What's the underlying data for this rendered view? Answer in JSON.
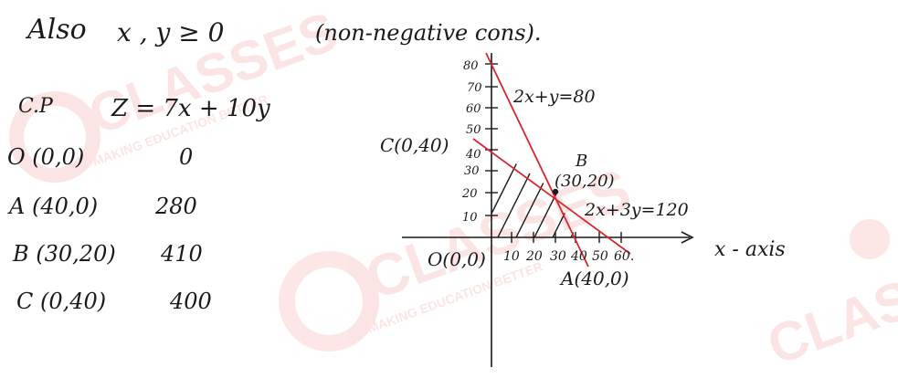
{
  "header": {
    "also": "Also",
    "condition": "x , y ≥ 0",
    "note": "(non-negative cons)."
  },
  "table": {
    "col_corner": "C.P",
    "col_z": "Z = 7x + 10y",
    "rows": [
      {
        "point": "O (0,0)",
        "z": "0"
      },
      {
        "point": "A (40,0)",
        "z": "280"
      },
      {
        "point": "B (30,20)",
        "z": "410"
      },
      {
        "point": "C (0,40)",
        "z": "400"
      }
    ]
  },
  "graph": {
    "line1_label": "2x+y=80",
    "line2_label": "2x+3y=120",
    "label_b": "B",
    "label_b_coords": "(30,20)",
    "label_c": "C(0,40)",
    "label_o": "O(0,0)",
    "label_a": "A(40,0)",
    "x_axis_label": "x - axis",
    "y_ticks": [
      "80",
      "70",
      "60",
      "50",
      "40",
      "30",
      "20",
      "10"
    ],
    "x_ticks": [
      "10",
      "20",
      "30",
      "40",
      "50",
      "60."
    ]
  },
  "watermark": {
    "brand": "CLASSES",
    "tagline": "MAKING EDUCATION BETTER",
    "color": "#e8423a"
  },
  "colors": {
    "ink": "#1a1a1a",
    "constraint_line": "#d8262c"
  }
}
